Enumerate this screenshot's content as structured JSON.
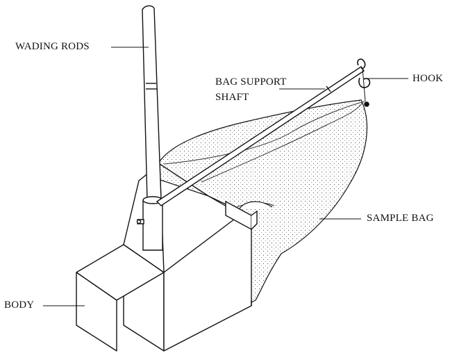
{
  "labels": {
    "wading_rods": "WADING RODS",
    "bag_support_line1": "BAG SUPPORT",
    "bag_support_line2": "SHAFT",
    "hook": "HOOK",
    "sample_bag": "SAMPLE BAG",
    "body": "BODY"
  },
  "colors": {
    "ink": "#111111",
    "background": "#ffffff",
    "bag_mesh": "#555555"
  }
}
